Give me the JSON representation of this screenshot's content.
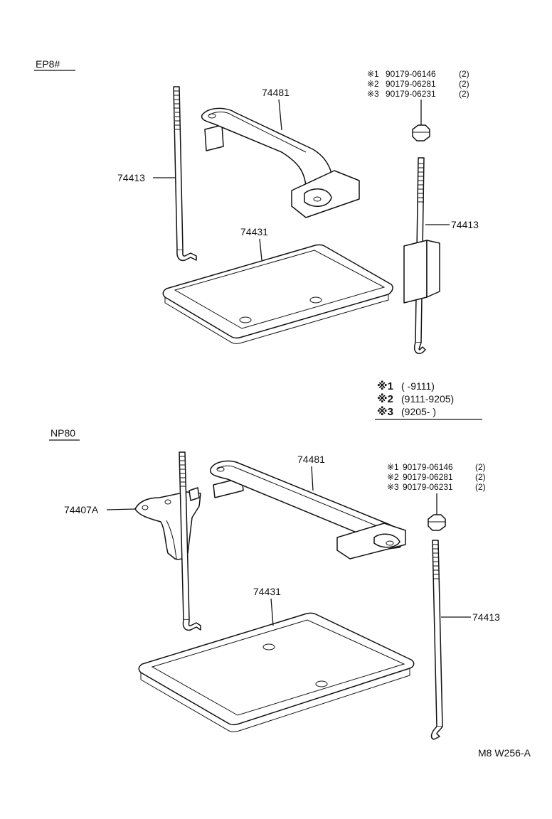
{
  "sections": {
    "top": {
      "model": "EP8#"
    },
    "bottom": {
      "model": "NP80"
    }
  },
  "parts": {
    "top": {
      "hold_down_bolt_left": "74413",
      "clamp": "74481",
      "tray": "74431",
      "hold_down_bolt_right": "74413"
    },
    "bottom": {
      "bracket": "74407A",
      "clamp": "74481",
      "tray": "74431",
      "hold_down_bolt_right": "74413"
    }
  },
  "nut_table": {
    "top": [
      {
        "mark": "※1",
        "part": "90179-06146",
        "qty": "(2)"
      },
      {
        "mark": "※2",
        "part": "90179-06281",
        "qty": "(2)"
      },
      {
        "mark": "※3",
        "part": "90179-06231",
        "qty": "(2)"
      }
    ],
    "bottom": [
      {
        "mark": "※1",
        "part": "90179-06146",
        "qty": "(2)"
      },
      {
        "mark": "※2",
        "part": "90179-06281",
        "qty": "(2)"
      },
      {
        "mark": "※3",
        "part": "90179-06231",
        "qty": "(2)"
      }
    ]
  },
  "legend": [
    {
      "mark": "※1",
      "range": "(     -9111)"
    },
    {
      "mark": "※2",
      "range": "(9111-9205)"
    },
    {
      "mark": "※3",
      "range": "(9205-     )"
    }
  ],
  "figure_code": "M8 W256-A"
}
